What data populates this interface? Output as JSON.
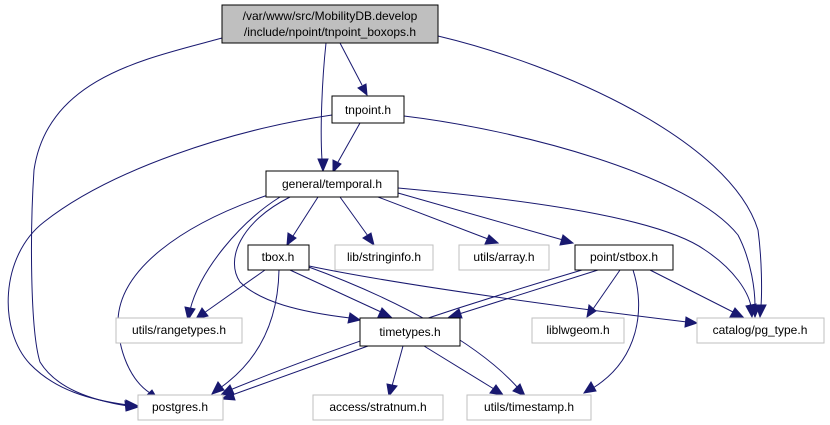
{
  "colors": {
    "edge": "#191970",
    "root_fill": "#bfbfbf",
    "node_fill": "#ffffff",
    "node_border": "#000000",
    "external_border": "#bfbfbf"
  },
  "nodes": {
    "root": {
      "line1": "/var/www/src/MobilityDB.develop",
      "line2": "/include/npoint/tnpoint_boxops.h"
    },
    "tnpoint": {
      "label": "tnpoint.h"
    },
    "temporal": {
      "label": "general/temporal.h"
    },
    "tbox": {
      "label": "tbox.h"
    },
    "stringinfo": {
      "label": "lib/stringinfo.h"
    },
    "array": {
      "label": "utils/array.h"
    },
    "stbox": {
      "label": "point/stbox.h"
    },
    "rangetypes": {
      "label": "utils/rangetypes.h"
    },
    "timetypes": {
      "label": "timetypes.h"
    },
    "liblwgeom": {
      "label": "liblwgeom.h"
    },
    "pg_type": {
      "label": "catalog/pg_type.h"
    },
    "postgres": {
      "label": "postgres.h"
    },
    "stratnum": {
      "label": "access/stratnum.h"
    },
    "timestamp": {
      "label": "utils/timestamp.h"
    }
  }
}
